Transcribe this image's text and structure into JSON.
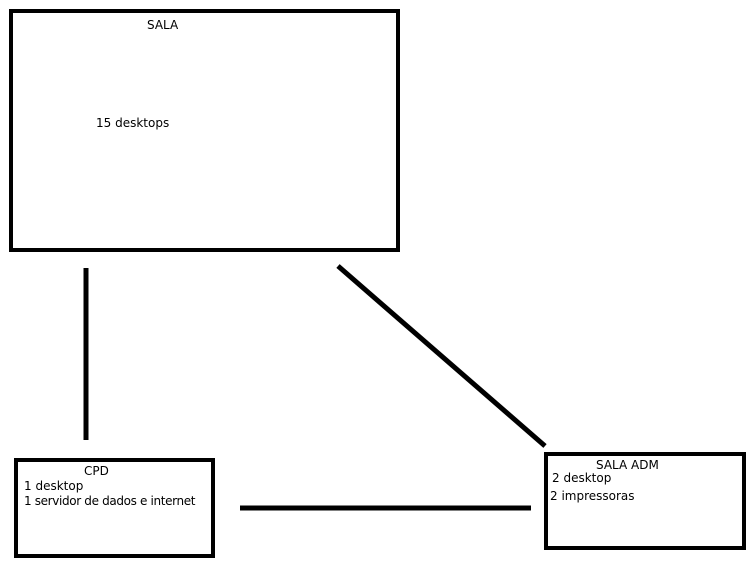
{
  "sala": {
    "title": "SALA",
    "content": "15 desktops"
  },
  "cpd": {
    "title": "CPD",
    "line1": "1 desktop",
    "line2": "1 servidor de dados e internet"
  },
  "sala_adm": {
    "title": "SALA ADM",
    "line1": "2 desktop",
    "line2": "2 impressoras"
  }
}
